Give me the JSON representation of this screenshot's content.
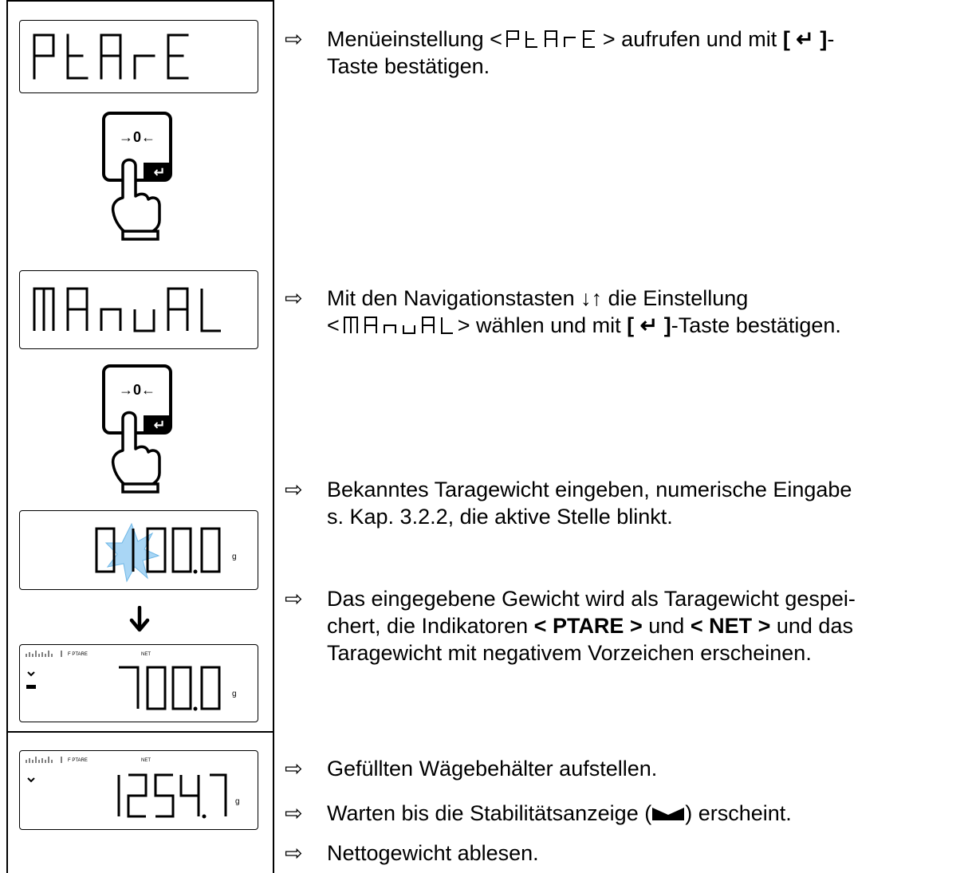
{
  "displays": {
    "ptare": {
      "segment_text": "PtArE"
    },
    "manual": {
      "segment_text": "MAnuAL"
    },
    "entry": {
      "digits": "0100.0",
      "unit": "g"
    },
    "tare_display": {
      "annunciators": [
        "F PTARE",
        "NET"
      ],
      "sign": "-",
      "digits": "700.0",
      "unit": "g"
    },
    "net_display": {
      "annunciators": [
        "F PTARE",
        "NET"
      ],
      "digits": "1254.7",
      "unit": "g"
    }
  },
  "key": {
    "top_label": "→0←",
    "bottom_label": "↵"
  },
  "bullet": "⇨",
  "steps": [
    {
      "a": "Menüeinstellung <",
      "b": "> aufrufen und mit",
      "key": "[ ↵ ]",
      "c": "-",
      "d": "Taste bestätigen."
    },
    {
      "a": "Mit den Navigationstasten ↓↑ die Einstellung",
      "b": "<",
      "c": "> wählen und mit",
      "key": "[ ↵ ]",
      "d": "-Taste bestätigen."
    },
    {
      "a": "Bekanntes Taragewicht eingeben, numerische Eingabe",
      "b": "s. Kap. 3.2.2, die aktive Stelle blinkt."
    },
    {
      "a": "Das eingegebene Gewicht wird als Taragewicht gespei-",
      "b": "chert, die Indikatoren",
      "ind1": "< PTARE >",
      "c": "und",
      "ind2": "< NET >",
      "d": "und das",
      "e": "Taragewicht mit negativem Vorzeichen erscheinen."
    },
    {
      "a": "Gefüllten Wägebehälter aufstellen."
    },
    {
      "a": "Warten bis die Stabilitätsanzeige (",
      "b": ") erscheint."
    },
    {
      "a": "Nettogewicht ablesen."
    }
  ],
  "colors": {
    "flash": "#a9d6f5",
    "flash_dark": "#6fb7e6"
  }
}
